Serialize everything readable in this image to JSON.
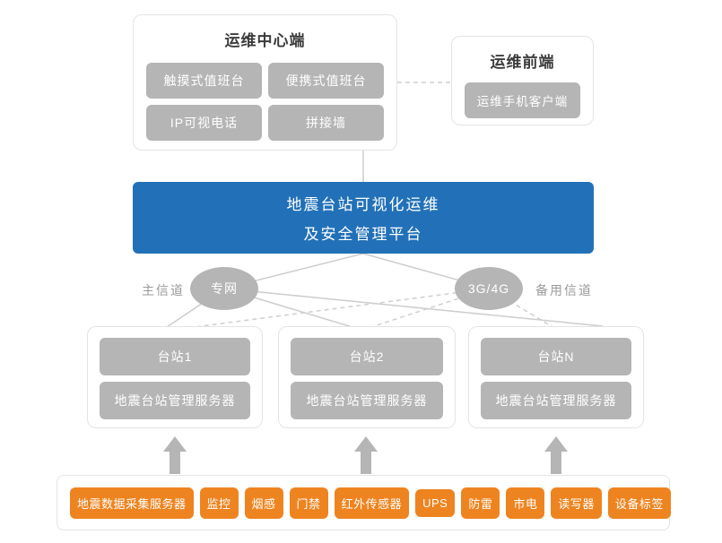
{
  "colors": {
    "platform_blue": "#2271b8",
    "device_orange": "#ee8420",
    "node_gray": "#b5b5b5",
    "line_gray": "#cccccc"
  },
  "ops_center": {
    "title": "运维中心端",
    "items": [
      "触摸式值班台",
      "便携式值班台",
      "IP可视电话",
      "拼接墙"
    ]
  },
  "ops_front": {
    "title": "运维前端",
    "items": [
      "运维手机客户端"
    ]
  },
  "platform": {
    "title_line1": "地震台站可视化运维",
    "title_line2": "及安全管理平台"
  },
  "channels": {
    "primary": {
      "label": "主信道",
      "node": "专网",
      "line_style": "solid"
    },
    "backup": {
      "label": "备用信道",
      "node": "3G/4G",
      "line_style": "dashed"
    }
  },
  "stations": [
    {
      "name": "台站1",
      "server": "地震台站管理服务器"
    },
    {
      "name": "台站2",
      "server": "地震台站管理服务器"
    },
    {
      "name": "台站N",
      "server": "地震台站管理服务器"
    }
  ],
  "devices": [
    "地震数据采集服务器",
    "监控",
    "烟感",
    "门禁",
    "红外传感器",
    "UPS",
    "防雷",
    "市电",
    "读写器",
    "设备标签"
  ]
}
